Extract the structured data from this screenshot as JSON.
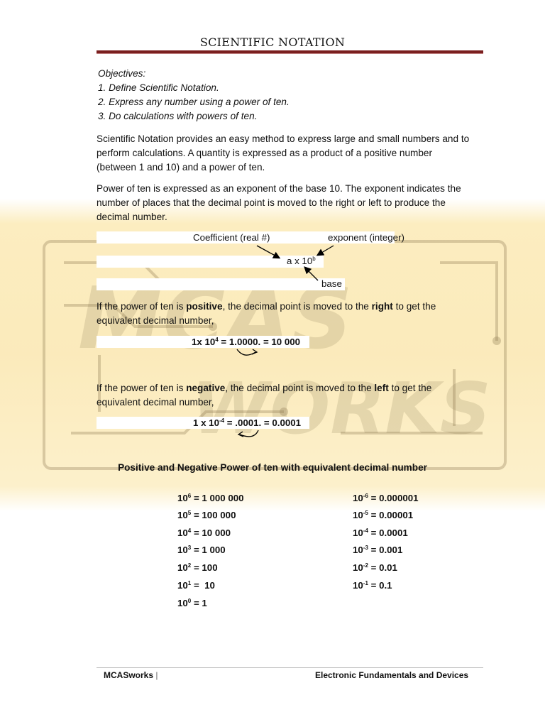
{
  "header": {
    "title": "SCIENTIFIC NOTATION"
  },
  "objectives": {
    "heading": "Objectives:",
    "items": [
      "1. Define Scientific Notation.",
      "2. Express any number using a power of ten.",
      "3. Do calculations with powers of ten."
    ]
  },
  "paragraphs": {
    "p1": [
      "Scientific Notation provides an easy method to express large and small numbers and to",
      "perform calculations. A quantity is expressed as a product of a positive number",
      "(between 1 and 10) and a power of ten."
    ],
    "p2": [
      "Power of ten is expressed as an exponent of the base 10. The exponent indicates the",
      "number of places that the decimal point is moved to the right or left to produce the",
      "decimal number."
    ]
  },
  "diagram": {
    "coefficient_label": "Coefficient (real #)",
    "exponent_label": "exponent (integer)",
    "expr_base": "a x 10",
    "expr_exp": "b",
    "base_label": "base"
  },
  "positive": {
    "line1_a": "If the power of ten is ",
    "line1_bold1": "positive",
    "line1_b": ", the decimal point is moved to the ",
    "line1_bold2": "right",
    "line1_c": " to get the",
    "line2": "equivalent decimal number,",
    "eq_a": "1x 10",
    "eq_exp": "4",
    "eq_b": " = 1.0000. = 10 000"
  },
  "negative": {
    "line1_a": "If the power of ten is ",
    "line1_bold1": "negative",
    "line1_b": ", the decimal point is moved to the ",
    "line1_bold2": "left",
    "line1_c": " to get the",
    "line2": "equivalent decimal number,",
    "eq_a": "1 x 10",
    "eq_exp": "-4",
    "eq_b": " = .0001. = 0.0001"
  },
  "table": {
    "heading": "Positive and Negative Power of ten with equivalent decimal number",
    "positive": [
      {
        "base": "10",
        "exp": "6",
        "value": " = 1 000 000"
      },
      {
        "base": "10",
        "exp": "5",
        "value": " = 100 000"
      },
      {
        "base": "10",
        "exp": "4",
        "value": " = 10 000"
      },
      {
        "base": "10",
        "exp": "3",
        "value": " = 1 000"
      },
      {
        "base": "10",
        "exp": "2",
        "value": " = 100"
      },
      {
        "base": "10",
        "exp": "1",
        "value": " =  10"
      },
      {
        "base": "10",
        "exp": "0",
        "value": " = 1"
      }
    ],
    "negative": [
      {
        "base": "10",
        "exp": "-6",
        "value": " = 0.000001"
      },
      {
        "base": "10",
        "exp": "-5",
        "value": " = 0.00001"
      },
      {
        "base": "10",
        "exp": "-4",
        "value": " = 0.0001"
      },
      {
        "base": "10",
        "exp": "-3",
        "value": " = 0.001"
      },
      {
        "base": "10",
        "exp": "-2",
        "value": " = 0.01"
      },
      {
        "base": "10",
        "exp": "-1",
        "value": " = 0.1"
      }
    ]
  },
  "footer": {
    "left": "MCASworks",
    "separator": "|",
    "right": "Electronic Fundamentals and Devices"
  },
  "colors": {
    "title_rule": "#7a1f1f",
    "watermark": "#f7d678"
  }
}
